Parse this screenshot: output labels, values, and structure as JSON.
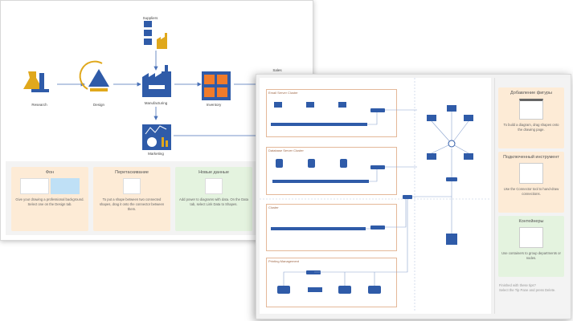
{
  "back_diagram": {
    "nodes": {
      "research": "Research",
      "design": "Design",
      "manufacturing": "Manufacturing",
      "inventory": "Inventory",
      "suppliers": "Suppliers",
      "marketing": "Marketing",
      "sales": "Sales"
    },
    "tips": [
      {
        "title": "Фон",
        "text": "Give your drawing a professional background. Select one on the Design tab."
      },
      {
        "title": "Перетаскивание",
        "text": "To put a shape between two connected shapes, drag it onto the connector between them."
      },
      {
        "title": "Новые данные",
        "text": "Add power to diagrams with data. On the Data tab, select Link Data to Shapes."
      }
    ]
  },
  "front_diagram": {
    "containers": [
      "Email Server Cluster",
      "Database Server Cluster",
      "Cluster",
      "Printing Management"
    ],
    "tips": [
      {
        "title": "Добавление фигуры",
        "text": "To build a diagram, drag shapes onto the drawing page."
      },
      {
        "title": "Подключенный инструмент",
        "text": "Use the Connector tool to hand-draw connections."
      },
      {
        "title": "Контейнеры",
        "text": "Use containers to group departments or nodes."
      }
    ],
    "footer": {
      "line1": "Finished with these tips?",
      "line2": "Select the Tip Pane and press Delete."
    }
  },
  "colors": {
    "blue": "#2f5ba8",
    "gold": "#e0a81c",
    "orange": "#f07b2b"
  }
}
